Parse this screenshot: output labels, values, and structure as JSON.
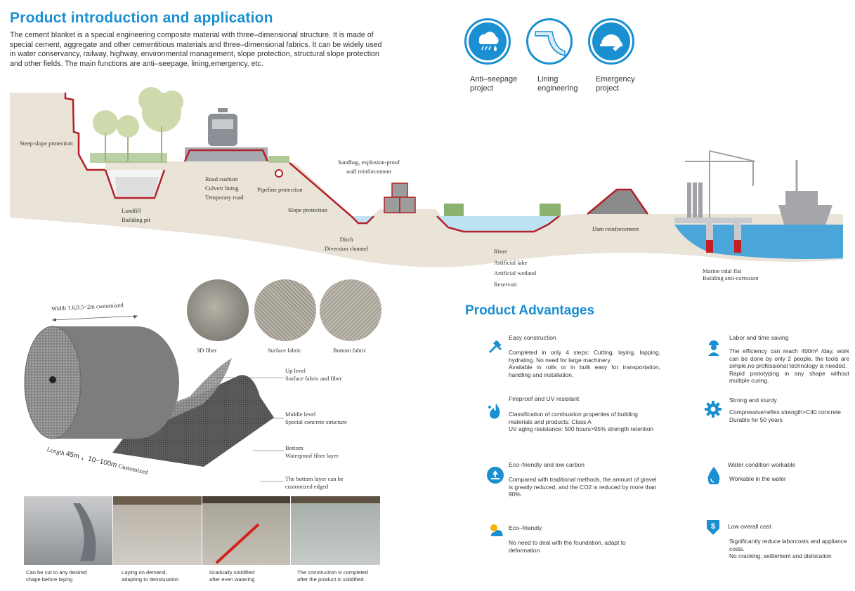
{
  "header": {
    "title": "Product introduction and application",
    "intro": "The cement blanket is a special engineering composite material with three–dimensional structure. It is made of special cement, aggregate and other cementitious materials and three–dimensional fabrics. It can be widely used in water conservancy, railway, highway, environmental management, slope protection, structural slope protection and other fields. The main functions are anti–seepage, lining,emergency, etc."
  },
  "applications": [
    {
      "line1": "Anti–seepage",
      "line2": "project",
      "icon": "rain-drop-icon"
    },
    {
      "line1": "Lining",
      "line2": "engineering",
      "icon": "lining-layers-icon"
    },
    {
      "line1": "Emergency",
      "line2": "project",
      "icon": "helmet-wrench-icon"
    }
  ],
  "scene": {
    "steep_slope": "Steep slope protection",
    "landfill_1": "Landfill",
    "landfill_2": "Building pit",
    "road_1": "Road cushion",
    "road_2": "Culvert lining",
    "road_3": "Temporary road",
    "pipeline": "Pipeline protection",
    "slope": "Slope protection",
    "sandbag_1": "Sandbag, explosion-proof",
    "sandbag_2": "wall reinforcement",
    "ditch_1": "Ditch",
    "ditch_2": "Diversion channel",
    "river_1": "River",
    "river_2": "Artificial lake",
    "river_3": "Artificial wetland",
    "river_4": "Reservoir",
    "dam": "Dam reinforcement",
    "marine_1": "Marine tidal flat",
    "marine_2": "Building anti-corrosion"
  },
  "product": {
    "width": "Width 1.6,0.5~2m customized",
    "length_a": "Length",
    "length_b": "45m ，10~100m",
    "length_c": "Customized",
    "swatches": [
      "3D fiber",
      "Surface fabric",
      "Bottom fabric"
    ],
    "up_1": "Up level",
    "up_2": "Surface fabric and fiber",
    "mid_1": "Middle level",
    "mid_2": "Special concrete structure",
    "bot_1": "Bottom",
    "bot_2": "Waterproof fiber layer",
    "edge_1": "The bottom layer can be",
    "edge_2": "customized edged"
  },
  "photos": [
    {
      "l1": "Can be cut to any desired",
      "l2": "shape before laying"
    },
    {
      "l1": "Laying on demand,",
      "l2": "adapting to densturation"
    },
    {
      "l1": "Gradually solidified",
      "l2": "after even watering"
    },
    {
      "l1": "The construction is completed",
      "l2": "after the product is solidified."
    }
  ],
  "advantages": {
    "title": "Product Advantages",
    "items": [
      {
        "icon": "tools-icon",
        "heading": "Easy construction",
        "lines": [
          "Completed in only 4 steps: Cutting, laying, lapping, hydrating. No need for large machinery.",
          "Available in rolls or in bulk easy for transportation, handling and installation."
        ]
      },
      {
        "icon": "worker-icon",
        "heading": "Labor and time saving",
        "lines": [
          "The efficiency can reach 400m² /day, work can be done by only 2 people, the tools are simple,no professional technology is needed.",
          "Rapid prototyping in any shape without multiple curing."
        ]
      },
      {
        "icon": "fire-drop-icon",
        "heading": "Fireproof and UV resistant",
        "lines": [
          "Classification of combustion properties of building materials and products: Class A",
          "UV aging resistance: 500 hours>95% strength retention"
        ]
      },
      {
        "icon": "gear-icon",
        "heading": "Strong and sturdy",
        "lines": [
          "Compressive/reflex strength>C40 concrete",
          "Durable for 50 years"
        ]
      },
      {
        "icon": "recycle-icon",
        "heading": "Eco–friendly and low carbon",
        "lines": [
          "Compared with traditional methods, the amount of gravel is greatly reduced, and the CO2 is reduced by more than 90%."
        ]
      },
      {
        "icon": "water-drop-icon",
        "heading": "Water condition workable",
        "lines": [
          "Workable in the water"
        ]
      },
      {
        "icon": "sun-cloud-icon",
        "heading": "Eco–friendly",
        "lines": [
          "No need to deal with the foundation, adapt to deformation"
        ]
      },
      {
        "icon": "dollar-down-icon",
        "heading": "Low overall cost",
        "lines": [
          "Significantly reduce laborcosts and appliance costs.",
          "No cracking, settlement and dislocation"
        ]
      }
    ]
  }
}
